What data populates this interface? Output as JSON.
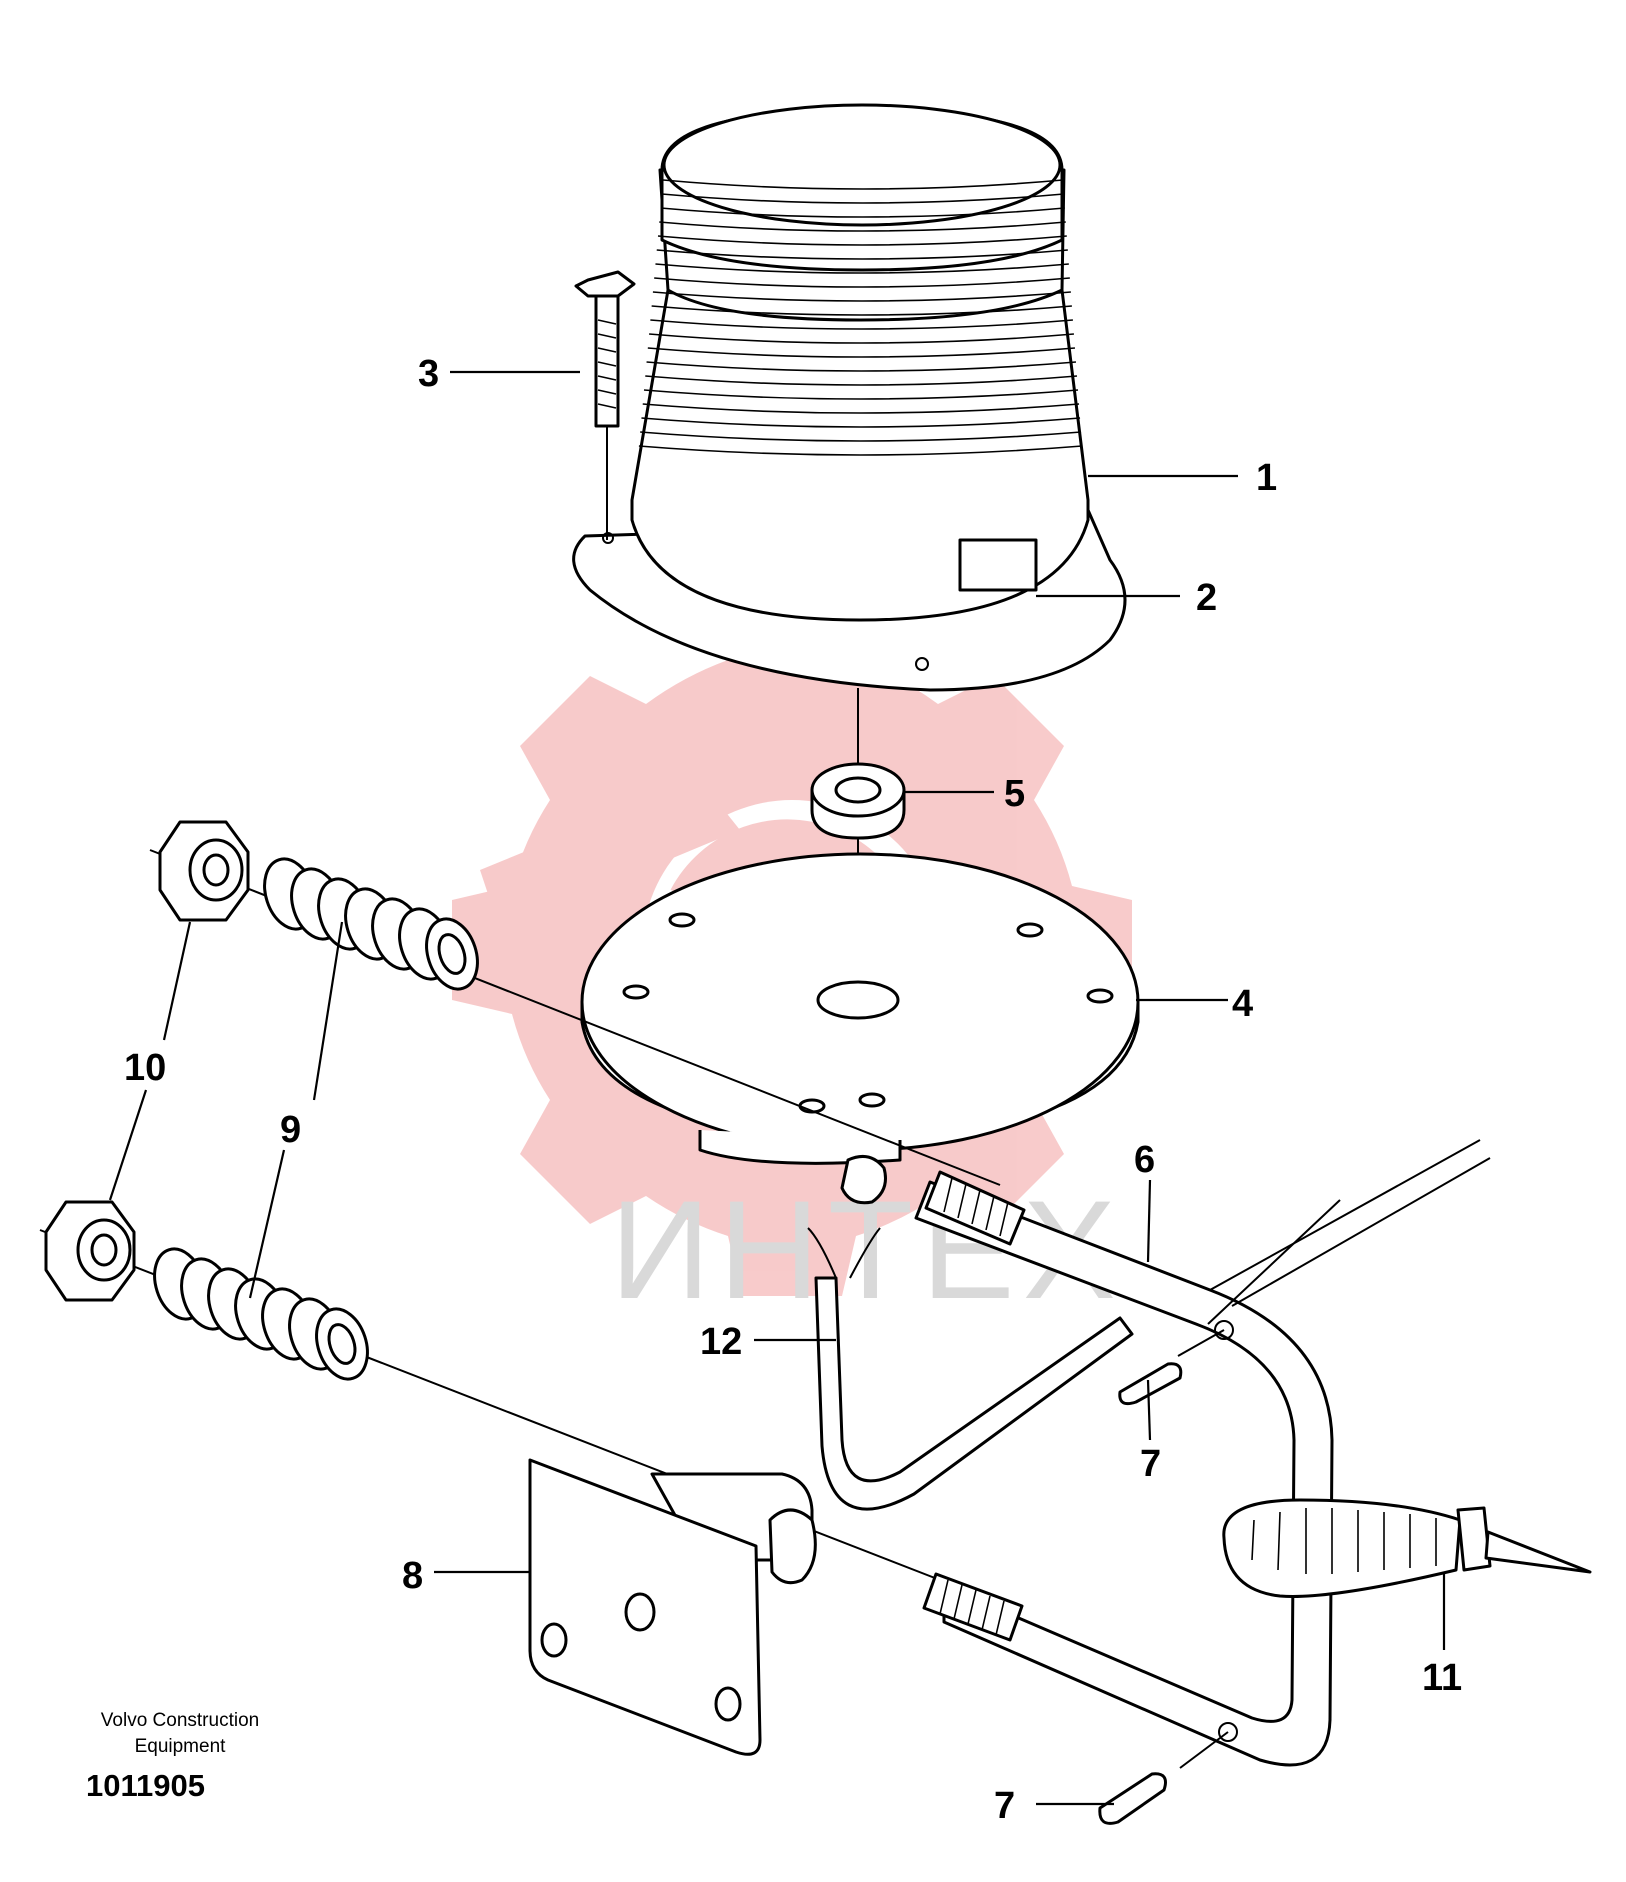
{
  "callouts": [
    {
      "id": "1",
      "label": "1"
    },
    {
      "id": "2",
      "label": "2"
    },
    {
      "id": "3",
      "label": "3"
    },
    {
      "id": "4",
      "label": "4"
    },
    {
      "id": "5",
      "label": "5"
    },
    {
      "id": "6",
      "label": "6"
    },
    {
      "id": "7a",
      "label": "7"
    },
    {
      "id": "7b",
      "label": "7"
    },
    {
      "id": "8",
      "label": "8"
    },
    {
      "id": "9",
      "label": "9"
    },
    {
      "id": "10",
      "label": "10"
    },
    {
      "id": "11",
      "label": "11"
    },
    {
      "id": "12",
      "label": "12"
    }
  ],
  "caption": {
    "line1": "Volvo Construction",
    "line2": "Equipment",
    "number": "1011905"
  },
  "watermark": {
    "text": "ИНТЕХ",
    "color": "#f08080"
  }
}
